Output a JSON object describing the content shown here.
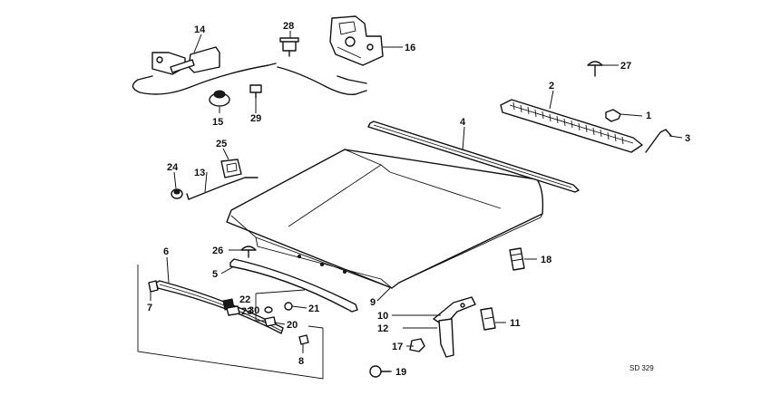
{
  "callouts": {
    "c1": "1",
    "c2": "2",
    "c3": "3",
    "c4": "4",
    "c5": "5",
    "c6": "6",
    "c7": "7",
    "c8": "8",
    "c9": "9",
    "c10": "10",
    "c11": "11",
    "c12": "12",
    "c13": "13",
    "c14": "14",
    "c15": "15",
    "c16": "16",
    "c17": "17",
    "c18": "18",
    "c19": "19",
    "c20": "20",
    "c21": "21",
    "c22": "22",
    "c23": "23",
    "c24": "24",
    "c25": "25",
    "c26": "26",
    "c27": "27",
    "c28": "28",
    "c29": "29",
    "c30": "30"
  },
  "diagram_code": "SD 329"
}
